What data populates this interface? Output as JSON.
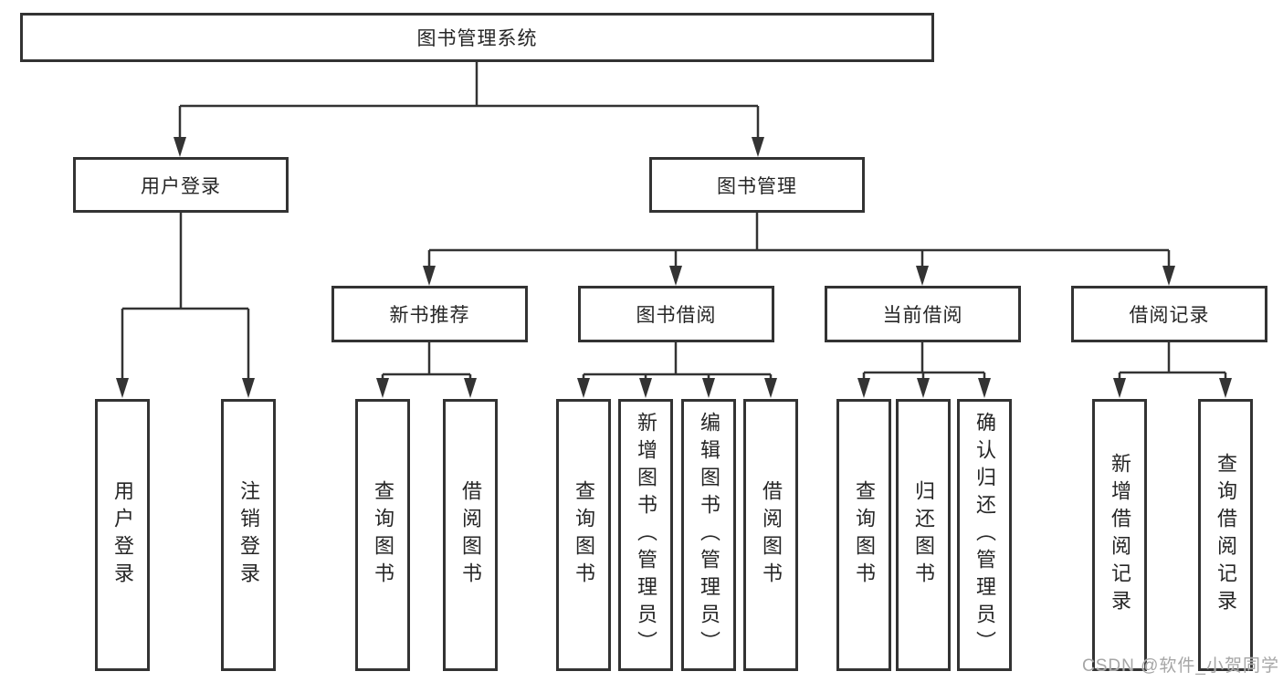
{
  "tree": {
    "label": "图书管理系统",
    "children": [
      {
        "label": "用户登录",
        "children": [
          {
            "label": "用户登录"
          },
          {
            "label": "注销登录"
          }
        ]
      },
      {
        "label": "图书管理",
        "children": [
          {
            "label": "新书推荐",
            "children": [
              {
                "label": "查询图书"
              },
              {
                "label": "借阅图书"
              }
            ]
          },
          {
            "label": "图书借阅",
            "children": [
              {
                "label": "查询图书"
              },
              {
                "label": "新增图书（管理员）"
              },
              {
                "label": "编辑图书（管理员）"
              },
              {
                "label": "借阅图书"
              }
            ]
          },
          {
            "label": "当前借阅",
            "children": [
              {
                "label": "查询图书"
              },
              {
                "label": "归还图书"
              },
              {
                "label": "确认归还（管理员）"
              }
            ]
          },
          {
            "label": "借阅记录",
            "children": [
              {
                "label": "新增借阅记录"
              },
              {
                "label": "查询借阅记录"
              }
            ]
          }
        ]
      }
    ]
  },
  "watermark": {
    "text": "CSDN @软件_小贺同学"
  },
  "colors": {
    "line": "#333333",
    "box_border": "#333333",
    "text": "#262626",
    "watermark": "#a6a6a6",
    "background": "#ffffff"
  }
}
